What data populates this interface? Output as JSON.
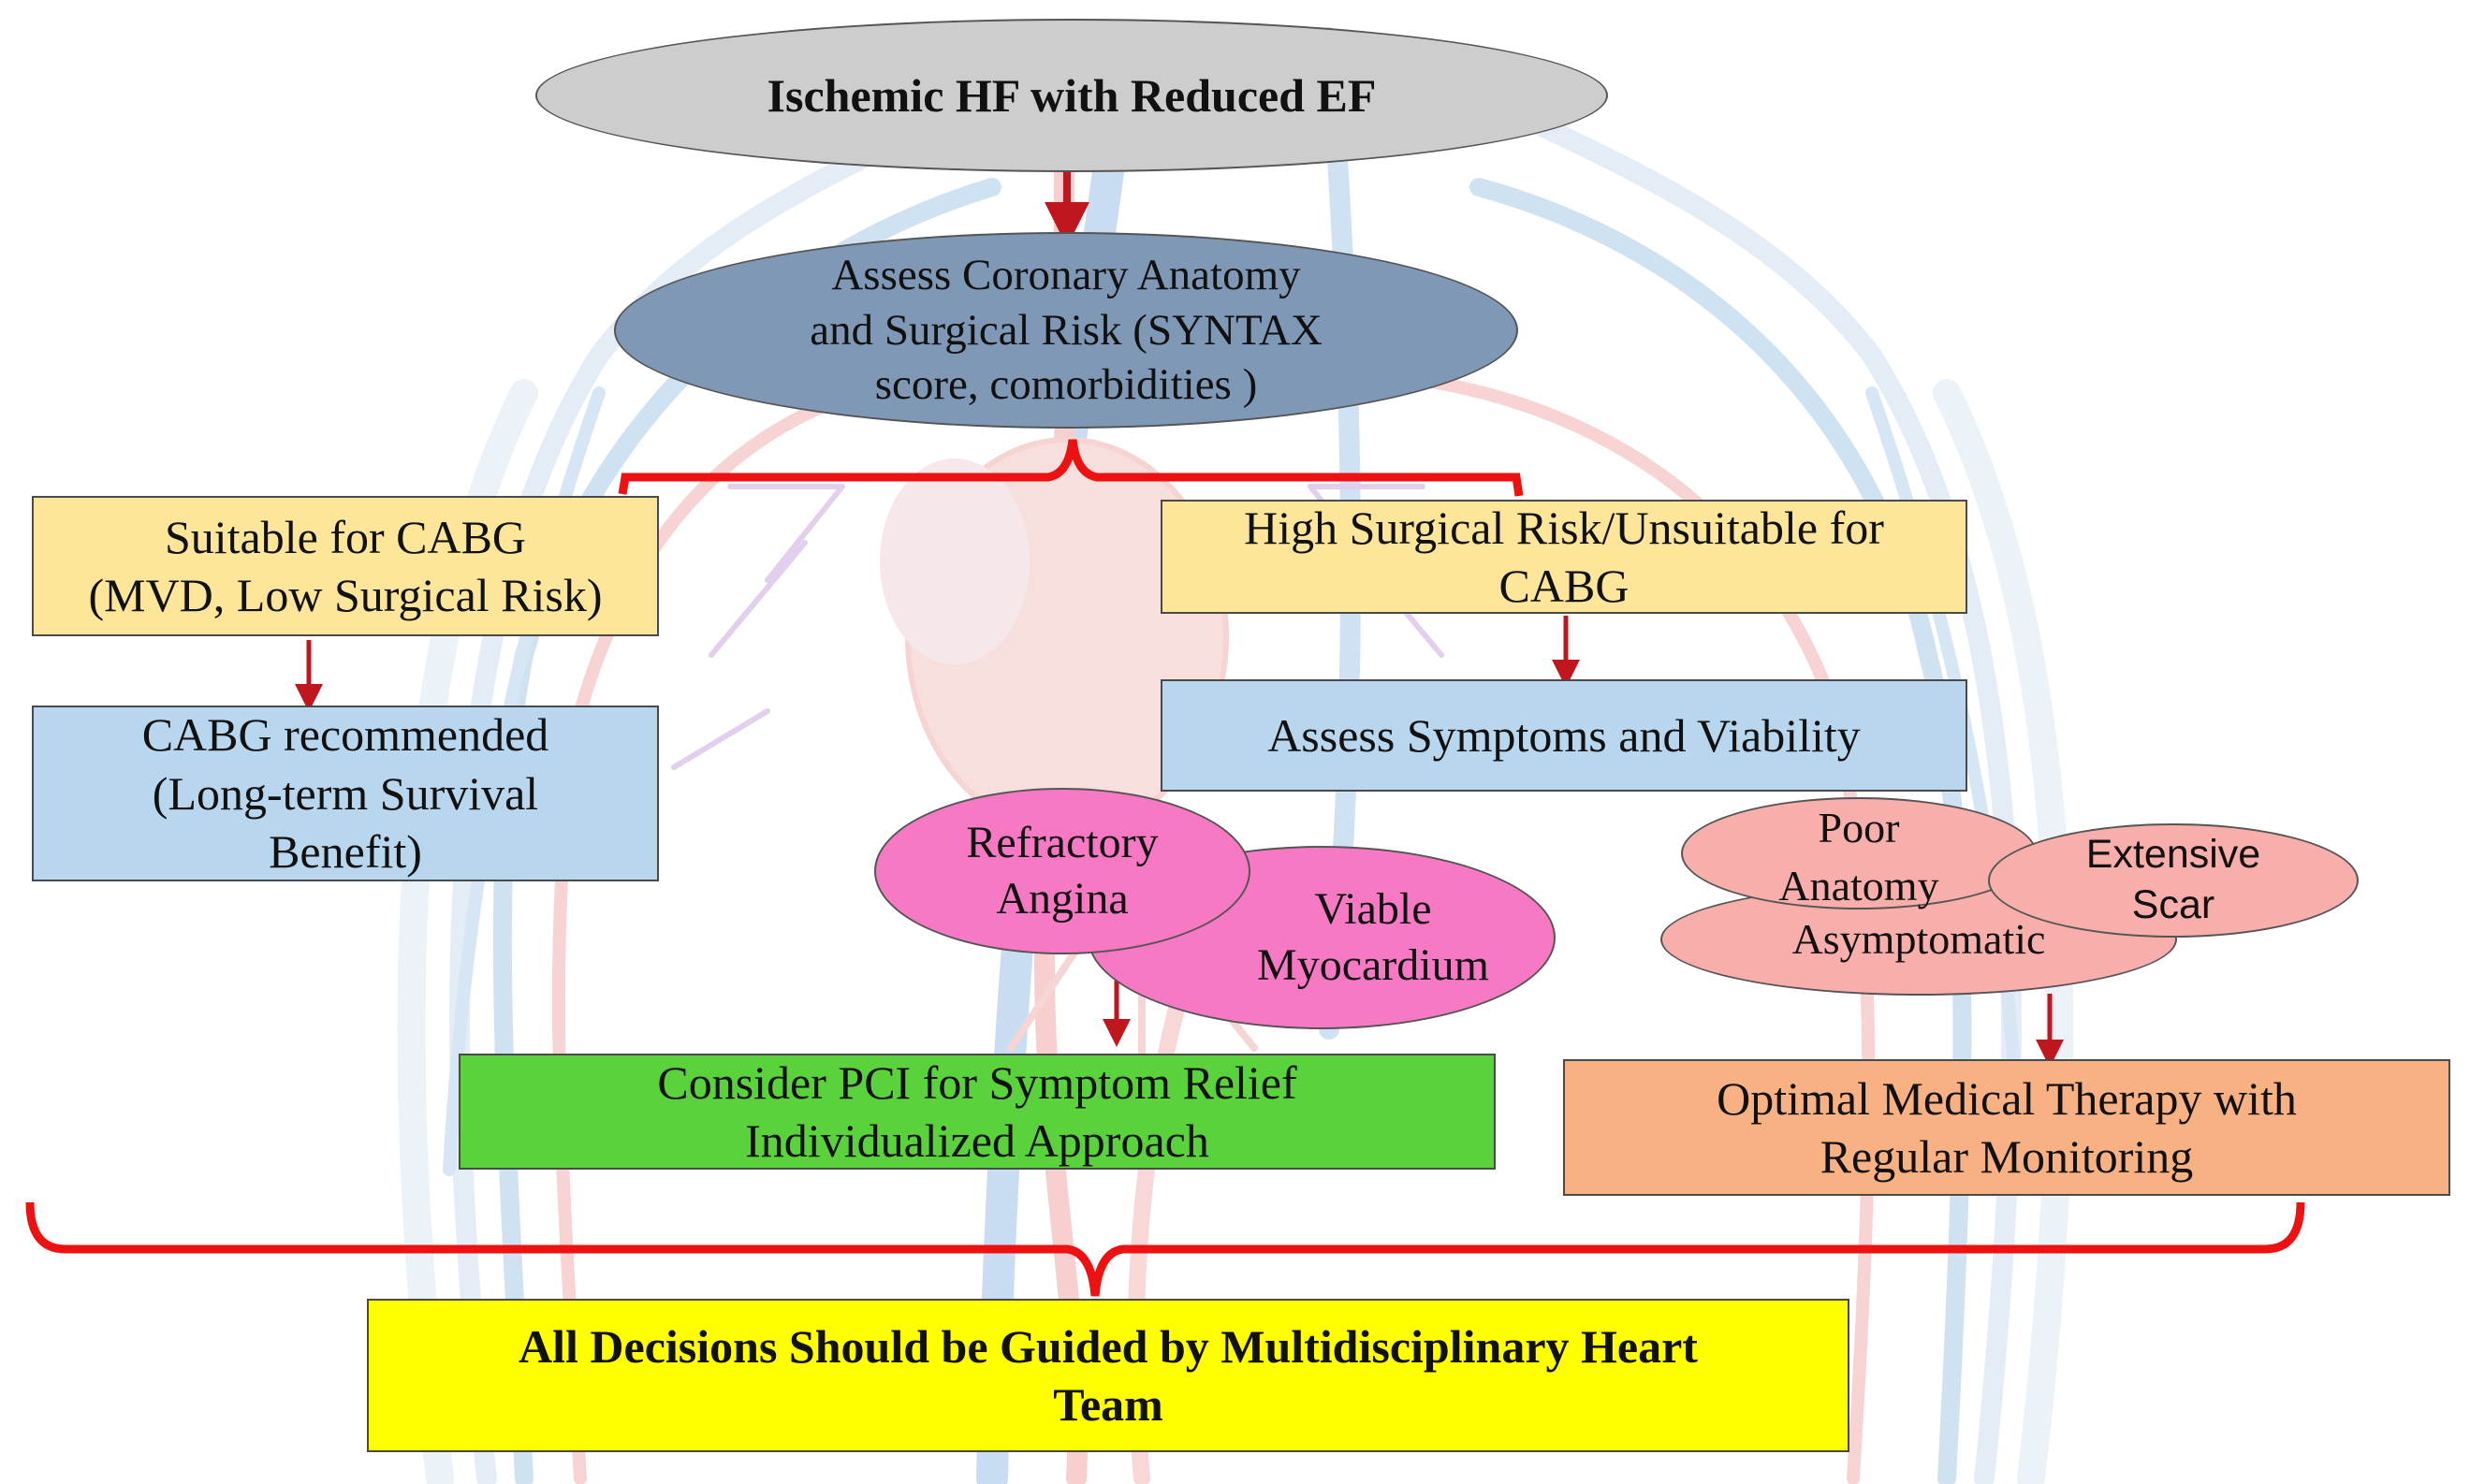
{
  "colors": {
    "arrow": "#c0161e",
    "bracket": "#ee1111",
    "top_ellipse": "#cdcdcd",
    "assess_ellipse": "#7f98b6",
    "box_yellow_light": "#fde59a",
    "box_blue_light": "#b8d7ef",
    "box_green": "#5ad23c",
    "box_orange": "#f8b183",
    "box_yellow": "#ffff00",
    "ellipse_magenta": "#f779c3",
    "ellipse_salmon": "#f8aeaa"
  },
  "icons": {
    "background": "circulatory-system-illustration"
  },
  "nodes": {
    "top": {
      "text": "Ischemic HF with Reduced EF"
    },
    "assess": {
      "line1": "Assess Coronary Anatomy",
      "line2": "and Surgical Risk (SYNTAX",
      "line3": "score, comorbidities )"
    },
    "suitable": {
      "line1": "Suitable for CABG",
      "line2": "(MVD, Low Surgical Risk)"
    },
    "high_risk": {
      "line1": "High Surgical Risk/Unsuitable for",
      "line2": "CABG"
    },
    "cabg": {
      "line1": "CABG recommended",
      "line2": "(Long-term Survival",
      "line3": "Benefit)"
    },
    "assess_symptoms": {
      "text": "Assess Symptoms and Viability"
    },
    "refractory": {
      "line1": "Refractory",
      "line2": "Angina"
    },
    "viable": {
      "line1": "Viable",
      "line2": "Myocardium"
    },
    "poor": {
      "line1": "Poor",
      "line2": "Anatomy"
    },
    "asymptomatic": {
      "text": "Asymptomatic"
    },
    "extensive": {
      "line1": "Extensive",
      "line2": "Scar"
    },
    "pci": {
      "line1": "Consider PCI for Symptom Relief",
      "line2": "Individualized Approach"
    },
    "omt": {
      "line1": "Optimal Medical Therapy with",
      "line2": "Regular Monitoring"
    },
    "team": {
      "line1": "All Decisions Should be Guided by Multidisciplinary Heart",
      "line2": "Team"
    }
  }
}
